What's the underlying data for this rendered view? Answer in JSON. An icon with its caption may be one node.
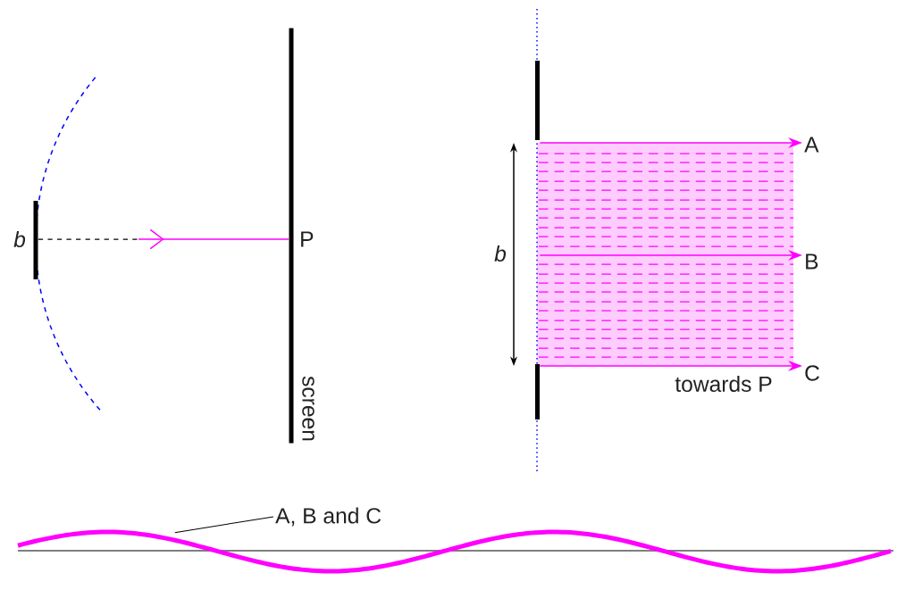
{
  "diagram": {
    "nodes": [
      {
        "text": [],
        "shape": "bar",
        "beside": [
          "b"
        ]
      },
      {
        "text": [],
        "shape": "bar",
        "beside": [
          "P",
          "screen"
        ]
      },
      {
        "text": [],
        "shape": "picture"
      },
      {
        "text": [
          "A"
        ]
      },
      {
        "text": [
          "B"
        ]
      },
      {
        "text": [
          "C"
        ]
      },
      {
        "text": [
          "A, B and C"
        ]
      },
      {
        "text": [],
        "shape": "curve"
      }
    ],
    "edges": [
      {
        "from": 0,
        "to": 1,
        "arrow": "to"
      },
      {
        "from": 2,
        "to": 3,
        "arrow": "to"
      },
      {
        "from": 2,
        "to": 4,
        "arrow": "to"
      },
      {
        "from": 2,
        "to": 5,
        "arrow": "to",
        "label": "towards P"
      },
      {
        "from": 6,
        "to": 7,
        "arrow": "none",
        "color": "#000000"
      }
    ],
    "labels": [
      "b"
    ]
  }
}
